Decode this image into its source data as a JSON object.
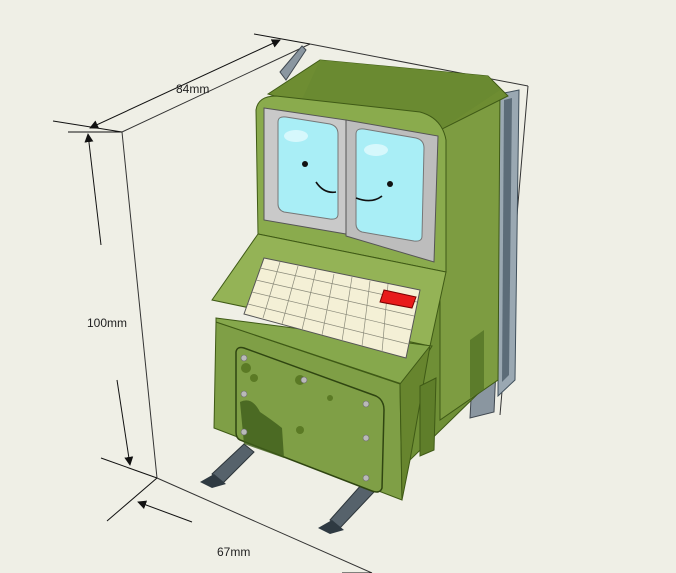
{
  "dimensions": {
    "depth": "84mm",
    "height": "100mm",
    "width": "67mm"
  },
  "colors": {
    "background": "#efefe6",
    "body_green": "#7f9f46",
    "body_green_dark": "#4f6f22",
    "body_green_light": "#a3bd63",
    "screen": "#a9eef6",
    "bezel": "#c9c9c9",
    "keyboard": "#f4f0d6",
    "red_key": "#e81b1b",
    "legs": "#56626b"
  },
  "icons": [
    "arrow-up-icon",
    "arrow-down-icon",
    "arrow-left-icon",
    "arrow-right-icon"
  ]
}
